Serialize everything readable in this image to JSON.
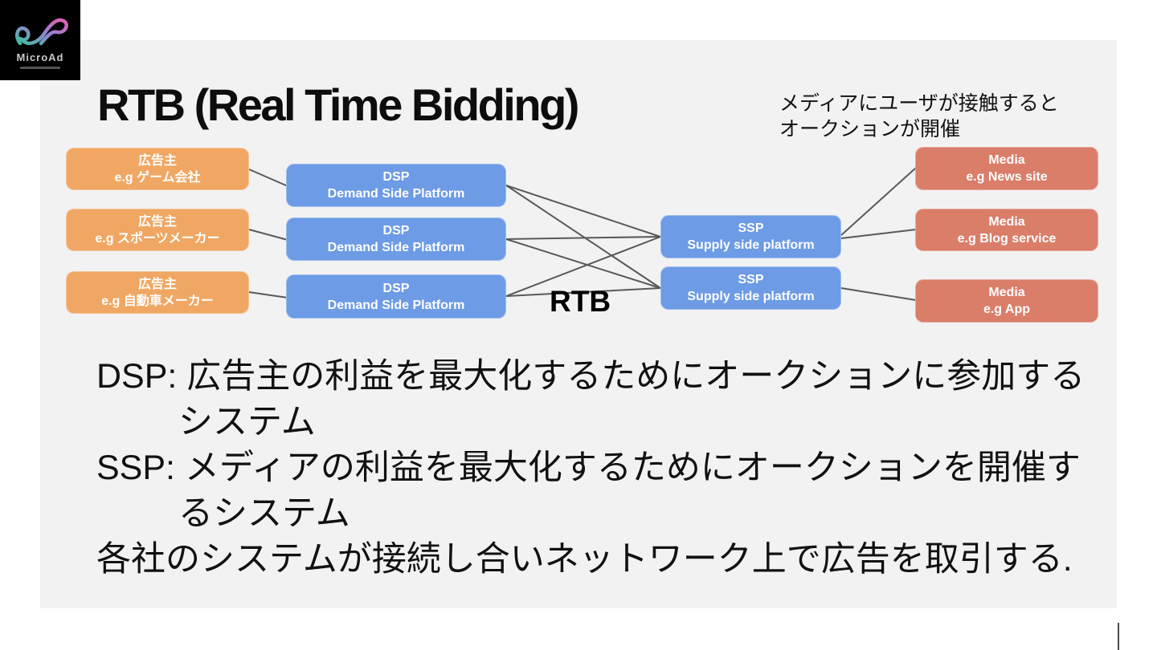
{
  "logo": {
    "brand": "MicroAd"
  },
  "slide": {
    "title": "RTB (Real Time Bidding)",
    "annotation": {
      "line1": "メディアにユーザが接触すると",
      "line2": "オークションが開催"
    },
    "rtb_label": "RTB"
  },
  "diagram": {
    "advertisers": [
      {
        "line1": "広告主",
        "line2": "e.g ゲーム会社"
      },
      {
        "line1": "広告主",
        "line2": "e.g スポーツメーカー"
      },
      {
        "line1": "広告主",
        "line2": "e.g 自動車メーカー"
      }
    ],
    "dsps": [
      {
        "line1": "DSP",
        "line2": "Demand Side Platform"
      },
      {
        "line1": "DSP",
        "line2": "Demand Side Platform"
      },
      {
        "line1": "DSP",
        "line2": "Demand Side Platform"
      }
    ],
    "ssps": [
      {
        "line1": "SSP",
        "line2": "Supply side platform"
      },
      {
        "line1": "SSP",
        "line2": "Supply side platform"
      }
    ],
    "media": [
      {
        "line1": "Media",
        "line2": "e.g News site"
      },
      {
        "line1": "Media",
        "line2": "e.g Blog service"
      },
      {
        "line1": "Media",
        "line2": "e.g App"
      }
    ],
    "edges": [
      [
        "advertiser-1",
        "dsp-1"
      ],
      [
        "advertiser-2",
        "dsp-2"
      ],
      [
        "advertiser-3",
        "dsp-3"
      ],
      [
        "dsp-1",
        "ssp-1"
      ],
      [
        "dsp-1",
        "ssp-2"
      ],
      [
        "dsp-2",
        "ssp-1"
      ],
      [
        "dsp-2",
        "ssp-2"
      ],
      [
        "dsp-3",
        "ssp-1"
      ],
      [
        "dsp-3",
        "ssp-2"
      ],
      [
        "ssp-1",
        "media-1"
      ],
      [
        "ssp-1",
        "media-2"
      ],
      [
        "ssp-2",
        "media-3"
      ]
    ]
  },
  "body": {
    "lines": [
      {
        "text": "DSP: 広告主の利益を最大化するためにオークションに参加する",
        "indent": false
      },
      {
        "text": "システム",
        "indent": true
      },
      {
        "text": "SSP: メディアの利益を最大化するためにオークションを開催す",
        "indent": false
      },
      {
        "text": "るシステム",
        "indent": true
      },
      {
        "text": "各社のシステムが接続し合いネットワーク上で広告を取引する.",
        "indent": false
      }
    ]
  },
  "colors": {
    "advertiser_box": "#F0A763",
    "platform_box": "#6D9BE5",
    "media_box": "#DA7D69",
    "connector": "#595959",
    "slide_background": "#F2F2F2",
    "page_background": "#FFFFFF",
    "text": "#111111"
  }
}
